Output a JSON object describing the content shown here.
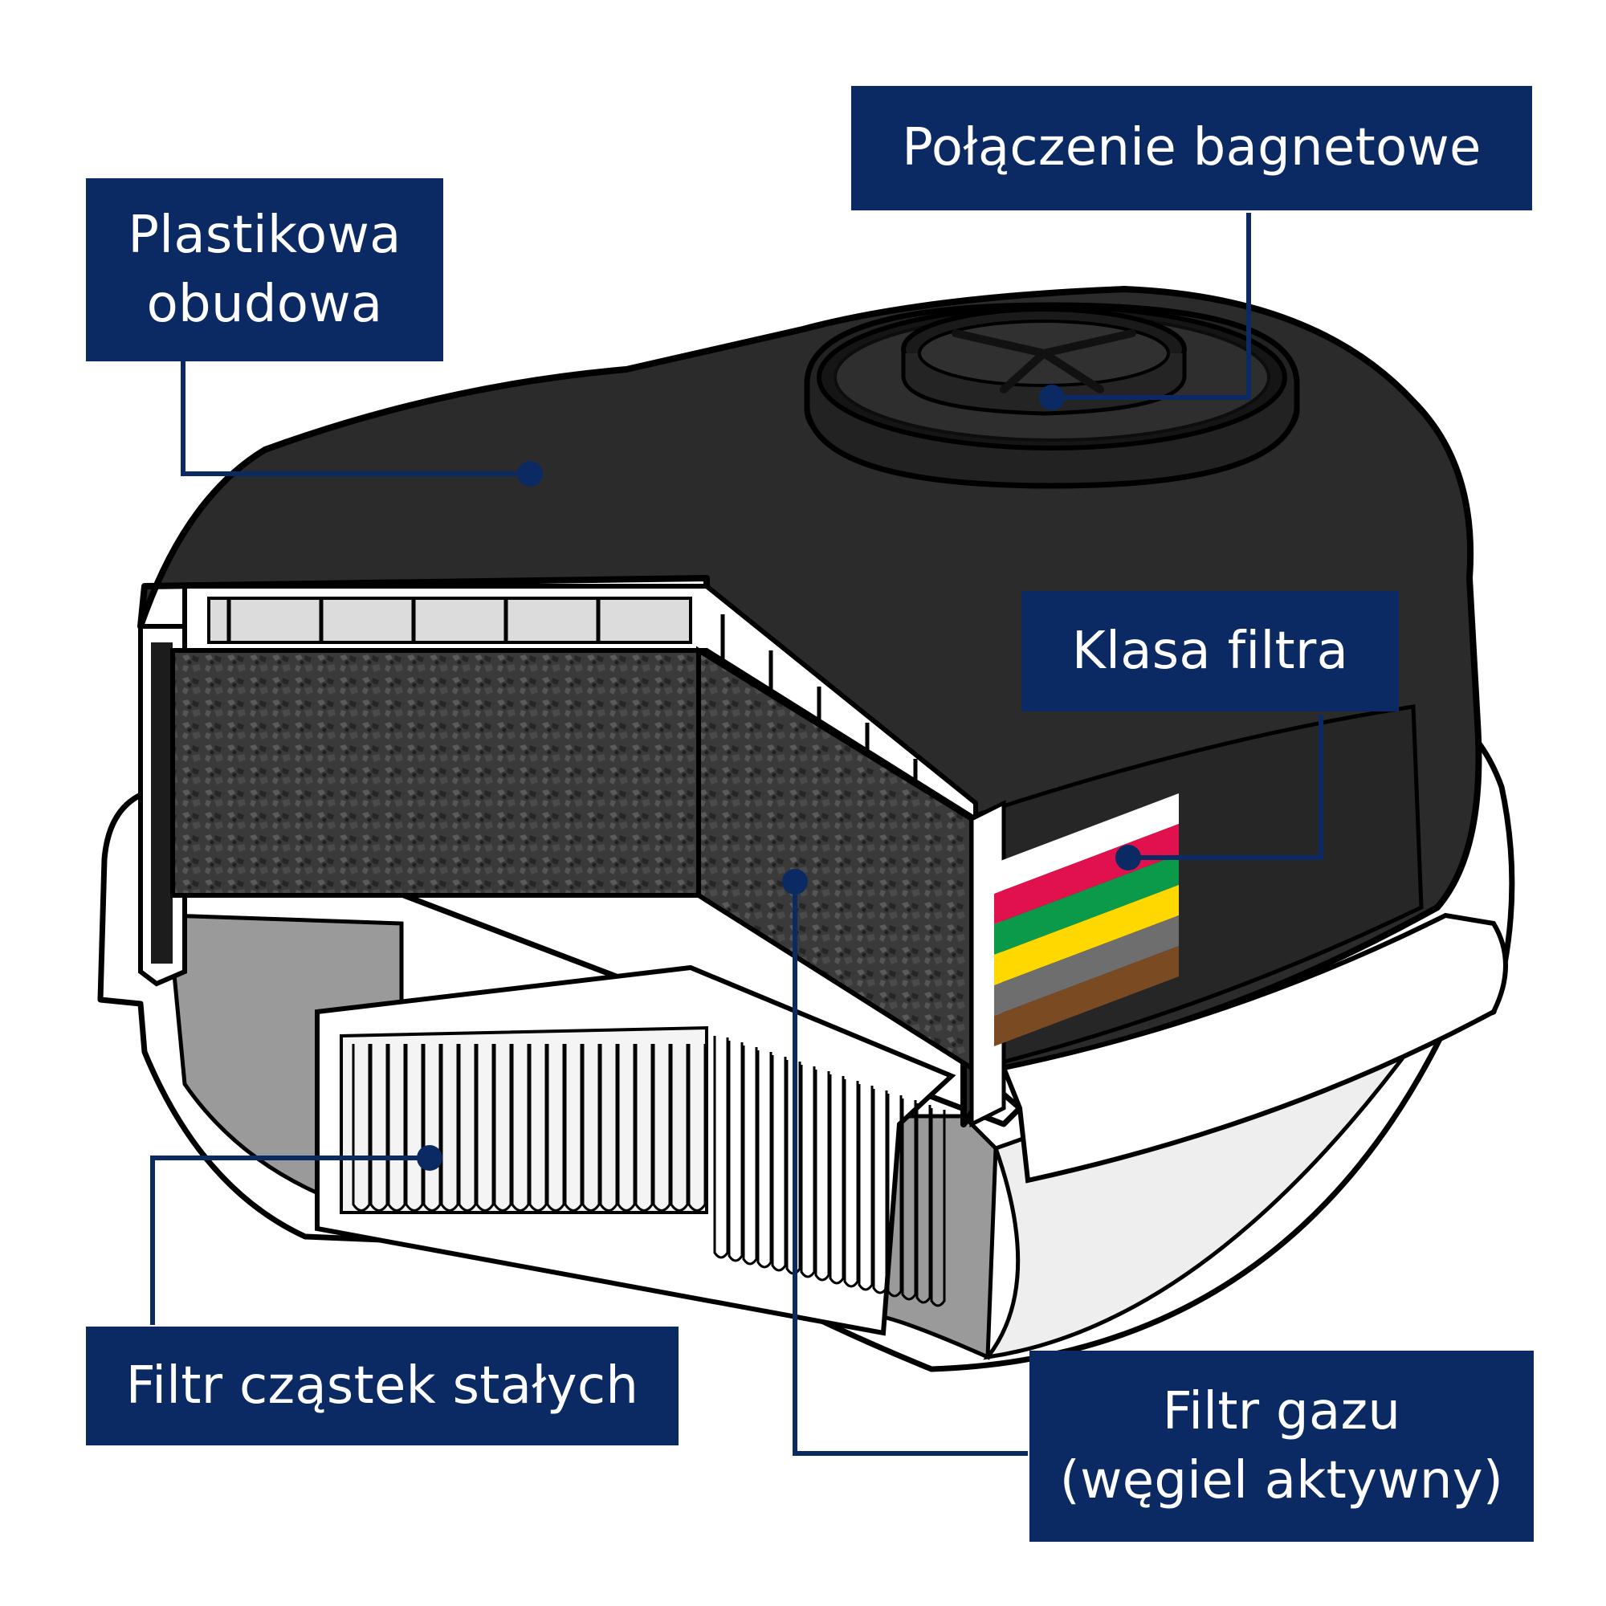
{
  "labels": {
    "housing": {
      "line1": "Plastikowa",
      "line2": "obudowa"
    },
    "bayonet": "Połączenie bagnetowe",
    "filter_class": "Klasa filtra",
    "particle_filter": "Filtr cząstek stałych",
    "gas_filter": {
      "line1": "Filtr gazu",
      "line2": "(węgiel aktywny)"
    }
  },
  "colors": {
    "label_bg": "#0b2a63",
    "label_text": "#ffffff",
    "leader_line": "#0b2a63",
    "housing_dark": "#2b2b2b",
    "outline": "#000000",
    "carbon": "#3a3a3a"
  },
  "filter_class_stripes": [
    "#ffffff",
    "#e0114c",
    "#0a9a4a",
    "#ffd800",
    "#6e6e6e",
    "#7a4a22"
  ]
}
